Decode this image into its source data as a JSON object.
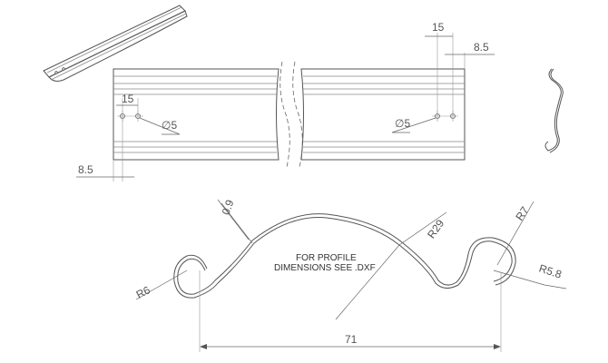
{
  "dimensions": {
    "top_pitch": "15",
    "top_edge": "8.5",
    "left_pitch": "15",
    "left_edge": "8.5",
    "hole_left": "∅5",
    "hole_right": "∅5",
    "thickness": "0.9",
    "r_crown": "R29",
    "r_hook_top": "R7",
    "r_hook_inner": "R5.8",
    "r_left": "R6",
    "width": "71"
  },
  "note": {
    "line1": "FOR PROFILE",
    "line2": "DIMENSIONS SEE .DXF"
  }
}
